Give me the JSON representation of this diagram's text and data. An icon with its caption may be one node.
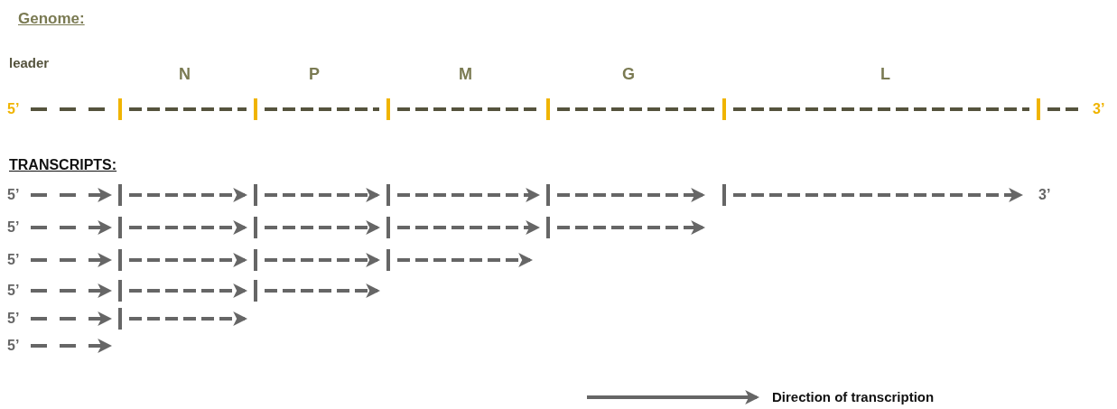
{
  "diagram": {
    "title": "Genome:",
    "labels": [
      "leader",
      "N",
      "P",
      "M",
      "G",
      "L",
      "5’",
      "3’",
      "TRANSCRIPTS:",
      "5’",
      "3’",
      "5’",
      "5’",
      "5’",
      "5’",
      "5’"
    ],
    "legend": [
      {
        "text": "Direction of transcription"
      }
    ]
  }
}
